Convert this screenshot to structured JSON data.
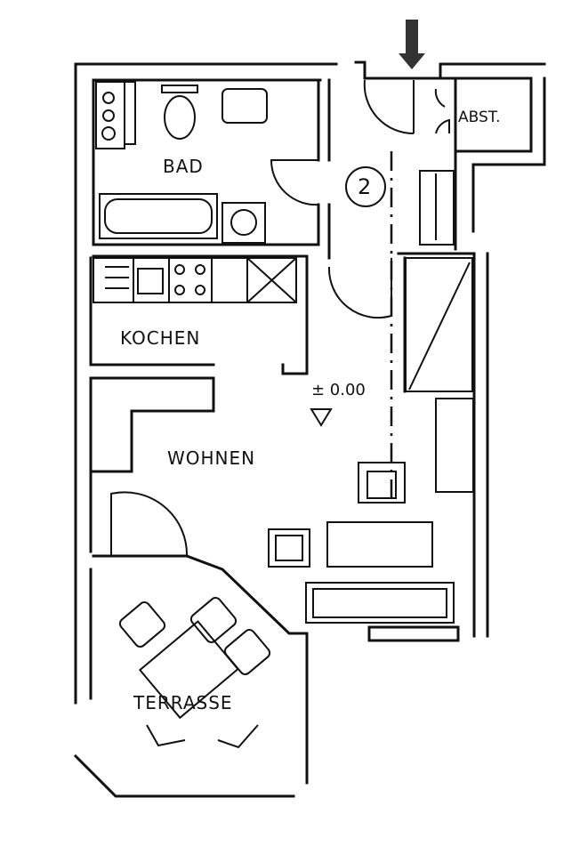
{
  "plan": {
    "rooms": {
      "bad": "BAD",
      "abstell": "ABST.",
      "flur_number": "2",
      "kochen": "KOCHEN",
      "wohnen": "WOHNEN",
      "terrasse": "TERRASSE"
    },
    "level_marker": "± 0.00"
  }
}
